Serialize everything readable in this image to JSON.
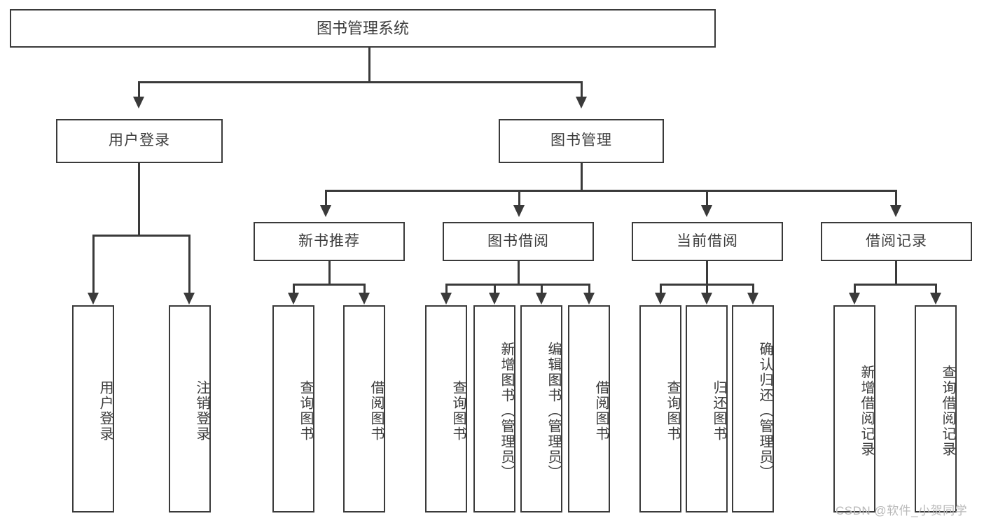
{
  "diagram": {
    "type": "tree-hierarchy",
    "title": "图书管理系统",
    "root": {
      "label": "图书管理系统"
    },
    "level1": [
      {
        "id": "user-login",
        "label": "用户登录"
      },
      {
        "id": "book-management",
        "label": "图书管理"
      }
    ],
    "level2": [
      {
        "id": "new-book-recommend",
        "label": "新书推荐",
        "parent": "book-management"
      },
      {
        "id": "book-borrow",
        "label": "图书借阅",
        "parent": "book-management"
      },
      {
        "id": "current-borrow",
        "label": "当前借阅",
        "parent": "book-management"
      },
      {
        "id": "borrow-record",
        "label": "借阅记录",
        "parent": "book-management"
      }
    ],
    "leaves": {
      "user_login": [
        {
          "id": "leaf-user-login",
          "label": "用户登录"
        },
        {
          "id": "leaf-logout-login",
          "label": "注销登录"
        }
      ],
      "new_book_recommend": [
        {
          "id": "leaf-query-book-1",
          "label": "查询图书"
        },
        {
          "id": "leaf-borrow-book-1",
          "label": "借阅图书"
        }
      ],
      "book_borrow": [
        {
          "id": "leaf-query-book-2",
          "label": "查询图书"
        },
        {
          "id": "leaf-add-book",
          "label": "新增图书（管理员）"
        },
        {
          "id": "leaf-edit-book",
          "label": "编辑图书（管理员）"
        },
        {
          "id": "leaf-borrow-book-2",
          "label": "借阅图书"
        }
      ],
      "current_borrow": [
        {
          "id": "leaf-query-book-3",
          "label": "查询图书"
        },
        {
          "id": "leaf-return-book",
          "label": "归还图书"
        },
        {
          "id": "leaf-confirm-return",
          "label": "确认归还（管理员）"
        }
      ],
      "borrow_record": [
        {
          "id": "leaf-add-record",
          "label": "新增借阅记录"
        },
        {
          "id": "leaf-query-record",
          "label": "查询借阅记录"
        }
      ]
    },
    "watermark": "CSDN @软件_小贺同学",
    "colors": {
      "stroke": "#3a3a3a",
      "text": "#3c3c3c",
      "background": "#ffffff",
      "watermark": "#b9b9b9"
    }
  }
}
